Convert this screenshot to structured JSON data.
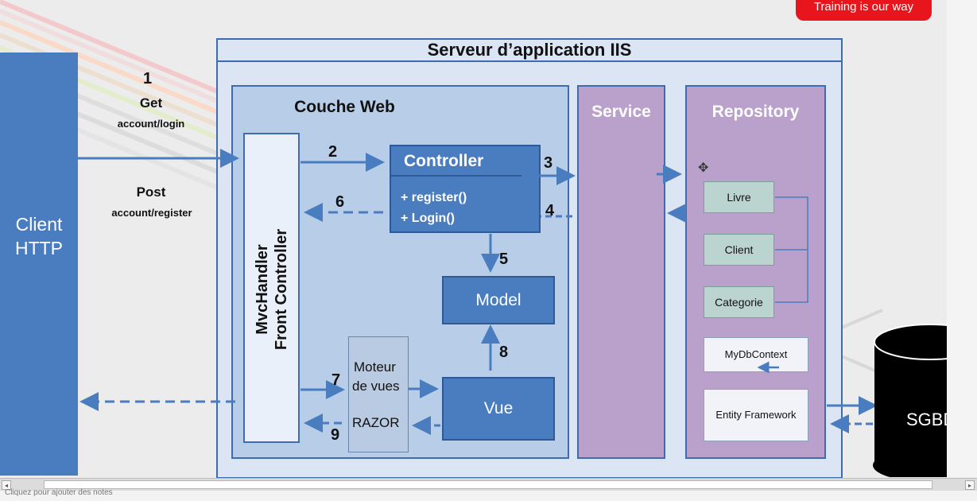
{
  "banner": "Training is our way",
  "client": {
    "line1": "Client",
    "line2": "HTTP"
  },
  "server": {
    "title": "Serveur d’application IIS"
  },
  "web_layer": {
    "title": "Couche Web"
  },
  "front_controller": {
    "line1": "MvcHandler",
    "line2": "Front Controller"
  },
  "controller": {
    "title": "Controller",
    "methods": [
      "+ register()",
      "+ Login()"
    ]
  },
  "model": "Model",
  "vue": "Vue",
  "moteur": {
    "line1": "Moteur",
    "line2": "de vues",
    "engine": "RAZOR"
  },
  "service": "Service",
  "repository": {
    "title": "Repository",
    "entities": [
      "Livre",
      "Client",
      "Categorie"
    ],
    "context": "MyDbContext",
    "orm": "Entity Framework"
  },
  "database": "SGBD",
  "requests": {
    "get": {
      "number": "1",
      "method": "Get",
      "path": "account/login"
    },
    "post": {
      "method": "Post",
      "path": "account/register"
    }
  },
  "steps": [
    "2",
    "3",
    "4",
    "5",
    "6",
    "7",
    "8",
    "9"
  ],
  "statusbar": {
    "notes": "Cliquez pour ajouter des notes"
  },
  "colors": {
    "blue": "#4a7dbf",
    "purple": "#b9a1cc",
    "light_blue": "#b8cde8",
    "banner_red": "#e8161c",
    "entity_green": "#bcd4cf"
  }
}
